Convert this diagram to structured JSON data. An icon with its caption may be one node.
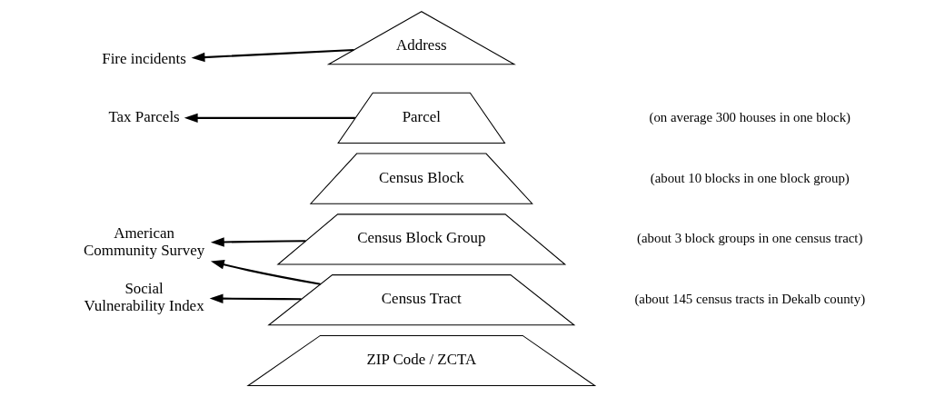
{
  "diagram": {
    "nodes": [
      {
        "text": [
          "Fire incidents"
        ]
      },
      {
        "text": [
          "Address"
        ]
      },
      {
        "text": [
          "Tax Parcels"
        ]
      },
      {
        "text": [
          "Parcel"
        ]
      },
      {
        "text": [
          "American Community Survey"
        ]
      },
      {
        "text": [
          "Census Block"
        ]
      },
      {
        "text": [
          "Census Block Group"
        ]
      },
      {
        "text": [
          "Social Vulnerability Index"
        ]
      },
      {
        "text": [
          "Census Tract"
        ]
      },
      {
        "text": [
          "ZIP Code / ZCTA"
        ]
      }
    ],
    "edges": [
      {
        "from": 1,
        "to": 0,
        "arrow": "to"
      },
      {
        "from": 3,
        "to": 2,
        "arrow": "to"
      },
      {
        "from": 6,
        "to": 4,
        "arrow": "to"
      },
      {
        "from": 8,
        "to": 4,
        "arrow": "to"
      },
      {
        "from": 8,
        "to": 7,
        "arrow": "to"
      }
    ],
    "labels": [
      "(on average 300 houses in one block)",
      "(about 10 blocks in one block group)",
      "(about 3 block groups in one census tract)",
      "(about 145 census tracts in Dekalb county)"
    ]
  }
}
